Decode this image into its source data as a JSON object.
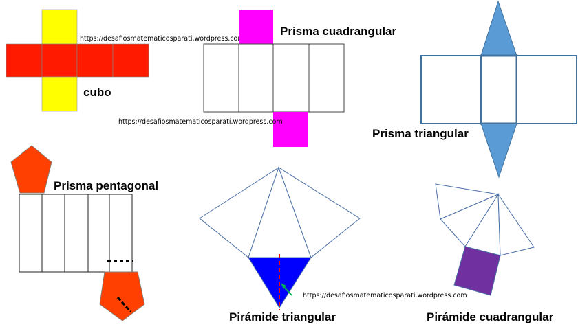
{
  "labels": {
    "cubo": "cubo",
    "prisma_cuadrangular": "Prisma cuadrangular",
    "prisma_triangular": "Prisma triangular",
    "prisma_pentagonal": "Prisma pentagonal",
    "piramide_triangular": "Pirámide  triangular",
    "piramide_cuadrangular": "Pirámide  cuadrangular"
  },
  "watermark": "https://desafiosmatematicosparati.wordpress.com",
  "colors": {
    "cube_red": "#ff1a00",
    "cube_yellow": "#ffff00",
    "prism_magenta": "#ff00ff",
    "tri_prism_blue": "#5b9bd5",
    "tri_prism_stroke": "#41719c",
    "pentagon_orange": "#ff4000",
    "pyramid_stroke": "#4a6fa5",
    "pyramid_base_blue": "#0000ff",
    "square_pyramid_base": "#7030a0",
    "dash_red": "#ff0000"
  }
}
